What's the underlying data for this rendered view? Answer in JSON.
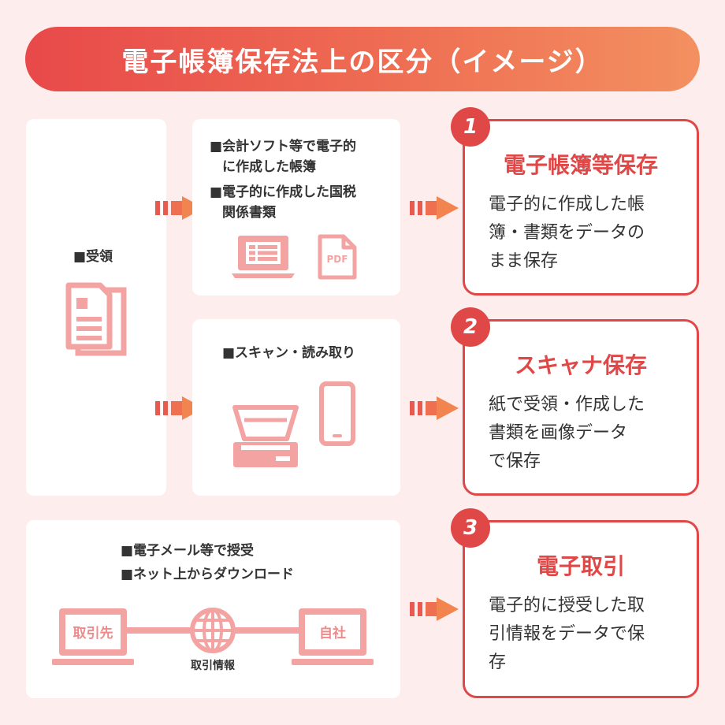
{
  "title": "電子帳簿保存法上の区分（イメージ）",
  "left": {
    "received_label": "■受領"
  },
  "sources": {
    "electronic_label_1": "■会計ソフト等で電子的",
    "electronic_label_2": "に作成した帳簿",
    "electronic_label_3": "■電子的に作成した国税",
    "electronic_label_4": "関係書類",
    "pdf_text": "PDF",
    "scan_label": "■スキャン・読み取り",
    "transaction_label_1": "■電子メール等で授受",
    "transaction_label_2": "■ネット上からダウンロード",
    "partner": "取引先",
    "self": "自社",
    "info": "取引情報"
  },
  "results": [
    {
      "number": "1",
      "title": "電子帳簿等保存",
      "line1": "電子的に作成した帳",
      "line2": "簿・書類をデータの",
      "line3": "まま保存"
    },
    {
      "number": "2",
      "title": "スキャナ保存",
      "line1": "紙で受領・作成した",
      "line2": "書類を画像データ",
      "line3": "で保存"
    },
    {
      "number": "3",
      "title": "電子取引",
      "line1": "電子的に授受した取",
      "line2": "引情報をデータで保",
      "line3": "存"
    }
  ],
  "colors": {
    "accent": "#e04848",
    "icon": "#f4a3a3",
    "background": "#fdeeed"
  }
}
